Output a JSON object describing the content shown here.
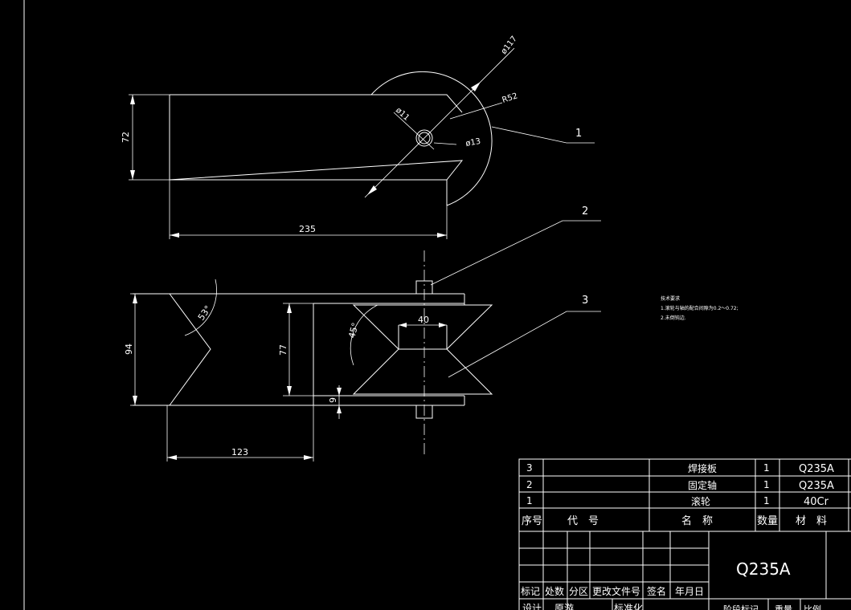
{
  "colors": {
    "background": "#000000",
    "lines": "#ffffff"
  },
  "dimensions": {
    "phi117": "ø117",
    "r52": "R52",
    "phi11": "ø11",
    "phi13": "ø13",
    "d72": "72",
    "d235": "235",
    "d94": "94",
    "d77": "77",
    "d53": "53°",
    "d45": "45°",
    "d40": "40",
    "d9": "9",
    "d123": "123"
  },
  "balloons": [
    "1",
    "2",
    "3"
  ],
  "tech_notes": {
    "title": "技术要求",
    "line1": "1.滚轮与轴的配合间隙为0.2～0.72;",
    "line2": "2.未倒钝边."
  },
  "bom": {
    "rows": [
      {
        "no": "3",
        "code": "",
        "name": "焊接板",
        "qty": "1",
        "material": "Q235A"
      },
      {
        "no": "2",
        "code": "",
        "name": "固定轴",
        "qty": "1",
        "material": "Q235A"
      },
      {
        "no": "1",
        "code": "",
        "name": "滚轮",
        "qty": "1",
        "material": "40Cr"
      }
    ],
    "header": {
      "no": "序号",
      "code": "代　号",
      "name": "名　称",
      "qty": "数量",
      "material": "材　料"
    }
  },
  "title_block": {
    "material": "Q235A",
    "rev_labels": [
      "标记",
      "处数",
      "分区",
      "更改文件号",
      "签名",
      "年月日"
    ],
    "design": "设计",
    "origin": "原游",
    "standard": "标准化",
    "stage_mark": "阶段标记",
    "weight": "重量",
    "scale": "比例"
  }
}
